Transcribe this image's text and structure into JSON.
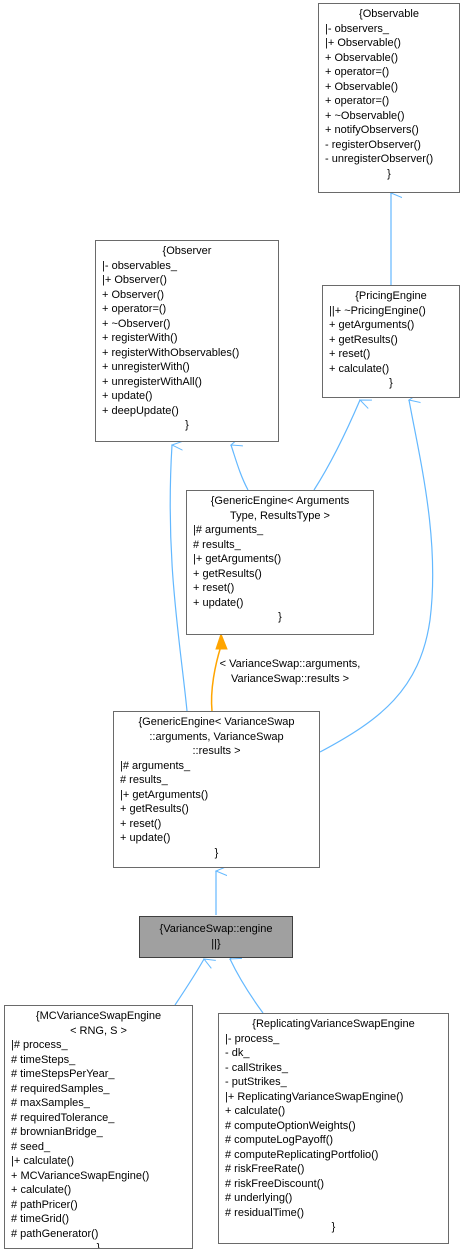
{
  "colors": {
    "inherit": "#63b8ff",
    "template": "#ffa500",
    "selected_fill": "#a0a0a0"
  },
  "observable": {
    "title": "{Observable",
    "lines": [
      "|- observers_",
      "|+ Observable()",
      "+ Observable()",
      "+ operator=()",
      "+ Observable()",
      "+ operator=()",
      "+ ~Observable()",
      "+ notifyObservers()",
      "- registerObserver()",
      "- unregisterObserver()"
    ],
    "close": "}"
  },
  "observer": {
    "title": "{Observer",
    "lines": [
      "|- observables_",
      "|+ Observer()",
      "+ Observer()",
      "+ operator=()",
      "+ ~Observer()",
      "+ registerWith()",
      "+ registerWithObservables()",
      "+ unregisterWith()",
      "+ unregisterWithAll()",
      "+ update()",
      "+ deepUpdate()"
    ],
    "close": "}"
  },
  "pricing_engine": {
    "title": "{PricingEngine",
    "lines": [
      "||+ ~PricingEngine()",
      "+ getArguments()",
      "+ getResults()",
      "+ reset()",
      "+ calculate()"
    ],
    "close": "}"
  },
  "generic_engine": {
    "title": [
      "{GenericEngine< Arguments",
      "Type, ResultsType >"
    ],
    "lines": [
      "|# arguments_",
      "# results_",
      "|+ getArguments()",
      "+ getResults()",
      "+ reset()",
      "+ update()"
    ],
    "close": "}"
  },
  "template_label": [
    "< VarianceSwap::arguments,",
    "VarianceSwap::results >"
  ],
  "generic_vs": {
    "title": [
      "{GenericEngine< VarianceSwap",
      "::arguments, VarianceSwap",
      "::results >"
    ],
    "lines": [
      "|# arguments_",
      "# results_",
      "|+ getArguments()",
      "+ getResults()",
      "+ reset()",
      "+ update()"
    ],
    "close": "}"
  },
  "variance_engine": {
    "title": [
      "{VarianceSwap::engine",
      "||}"
    ]
  },
  "mc_engine": {
    "title": [
      "{MCVarianceSwapEngine",
      "< RNG, S >"
    ],
    "lines": [
      "|# process_",
      "# timeSteps_",
      "# timeStepsPerYear_",
      "# requiredSamples_",
      "# maxSamples_",
      "# requiredTolerance_",
      "# brownianBridge_",
      "# seed_",
      "|+ calculate()",
      "+ MCVarianceSwapEngine()",
      "+ calculate()",
      "# pathPricer()",
      "# timeGrid()",
      "# pathGenerator()"
    ],
    "close": "}"
  },
  "replicating_engine": {
    "title": "{ReplicatingVarianceSwapEngine",
    "lines": [
      "|- process_",
      "- dk_",
      "- callStrikes_",
      "- putStrikes_",
      "|+ ReplicatingVarianceSwapEngine()",
      "+ calculate()",
      "# computeOptionWeights()",
      "# computeLogPayoff()",
      "# computeReplicatingPortfolio()",
      "# riskFreeRate()",
      "# riskFreeDiscount()",
      "# underlying()",
      "# residualTime()"
    ],
    "close": "}"
  }
}
